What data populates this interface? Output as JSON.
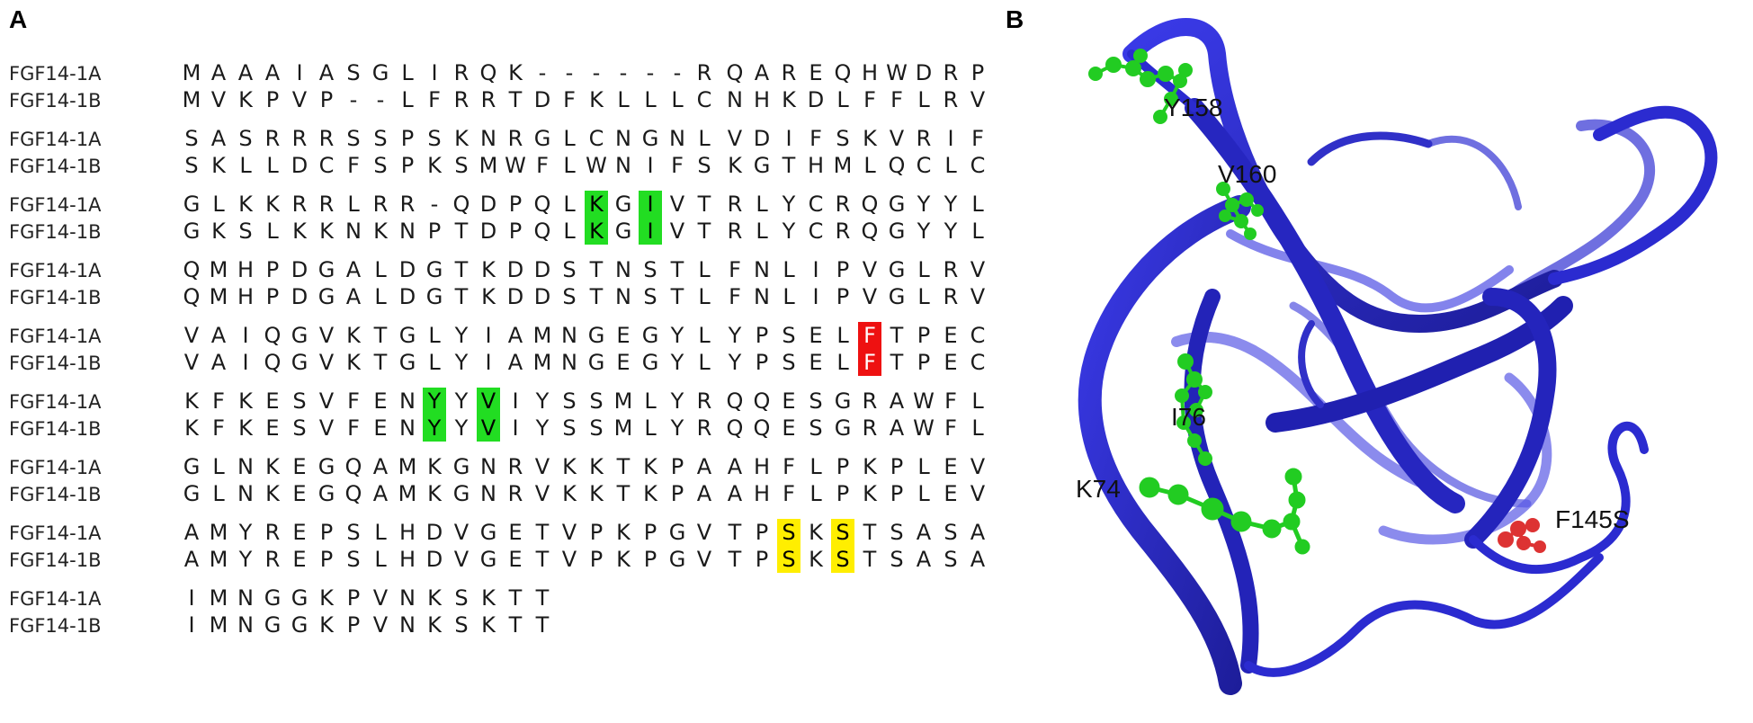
{
  "panels": {
    "a_label": "A",
    "b_label": "B"
  },
  "alignment": {
    "rows": [
      {
        "name": "FGF14-1A",
        "blocks": [
          "MAAAIASGLI",
          "RQK------R",
          "QAREQHWDRP"
        ]
      },
      {
        "name": "FGF14-1B",
        "blocks": [
          "MVKPVP--LF",
          "RRTDFKLLLC",
          "NHKDLFFLRV"
        ]
      },
      {
        "name": "FGF14-1A",
        "blocks": [
          "SASRRRSSPS",
          "KNRGLCNGNL",
          "VDIFSKVRIF"
        ]
      },
      {
        "name": "FGF14-1B",
        "blocks": [
          "SKLLDCFSPK",
          "SMWFLWNIFS",
          "KGTHMLQCLC"
        ]
      },
      {
        "name": "FGF14-1A",
        "blocks": [
          "GLKKRRLRR-",
          "QDPQLKGIVT",
          "RLYCRQGYYL"
        ]
      },
      {
        "name": "FGF14-1B",
        "blocks": [
          "GKSLKKNKNP",
          "TDPQLKGIVT",
          "RLYCRQGYYL"
        ]
      },
      {
        "name": "FGF14-1A",
        "blocks": [
          "QMHPDGALDG",
          "TKDDSTNSTL",
          "FNLIPVGLRV"
        ]
      },
      {
        "name": "FGF14-1B",
        "blocks": [
          "QMHPDGALDG",
          "TKDDSTNSTL",
          "FNLIPVGLRV"
        ]
      },
      {
        "name": "FGF14-1A",
        "blocks": [
          "VAIQGVKTGL",
          "YIAMNGEGYL",
          "YPSELFTPEC"
        ]
      },
      {
        "name": "FGF14-1B",
        "blocks": [
          "VAIQGVKTGL",
          "YIAMNGEGYL",
          "YPSELFTPEC"
        ]
      },
      {
        "name": "FGF14-1A",
        "blocks": [
          "KFKESVFENY",
          "YVIYSSMLYR",
          "QQESGRAWFL"
        ]
      },
      {
        "name": "FGF14-1B",
        "blocks": [
          "KFKESVFENY",
          "YVIYSSMLYR",
          "QQESGRAWFL"
        ]
      },
      {
        "name": "FGF14-1A",
        "blocks": [
          "GLNKEGQAMK",
          "GNRVKKTKPA",
          "AHFLPKPLEV"
        ]
      },
      {
        "name": "FGF14-1B",
        "blocks": [
          "GLNKEGQAMK",
          "GNRVKKTKPA",
          "AHFLPKPLEV"
        ]
      },
      {
        "name": "FGF14-1A",
        "blocks": [
          "AMYREPSLHD",
          "VGETVPKPGV",
          "TPSKSTSASA"
        ]
      },
      {
        "name": "FGF14-1B",
        "blocks": [
          "AMYREPSLHD",
          "VGETVPKPGV",
          "TPSKSTSASA"
        ]
      },
      {
        "name": "FGF14-1A",
        "blocks": [
          "IMNGGKPVNK",
          "SKTT"
        ]
      },
      {
        "name": "FGF14-1B",
        "blocks": [
          "IMNGGKPVNK",
          "SKTT"
        ]
      }
    ],
    "highlights": [
      {
        "rows": [
          4,
          5
        ],
        "block": 1,
        "positions": [
          5,
          7
        ],
        "color": "#22dd22"
      },
      {
        "rows": [
          8,
          9
        ],
        "block": 2,
        "positions": [
          5
        ],
        "color": "#ee1111"
      },
      {
        "rows": [
          10,
          11
        ],
        "block": 0,
        "positions": [
          9
        ],
        "color": "#22dd22"
      },
      {
        "rows": [
          10,
          11
        ],
        "block": 1,
        "positions": [
          1
        ],
        "color": "#22dd22"
      },
      {
        "rows": [
          14,
          15
        ],
        "block": 2,
        "positions": [
          2,
          4
        ],
        "color": "#ffee00"
      }
    ]
  },
  "structure": {
    "ribbon_color": "#2b2bd0",
    "site_colors": {
      "green": "#22cc22",
      "red": "#dd3333"
    },
    "site_labels": {
      "y158": "Y158",
      "v160": "V160",
      "i76": "I76",
      "k74": "K74",
      "f145s": "F145S"
    }
  }
}
